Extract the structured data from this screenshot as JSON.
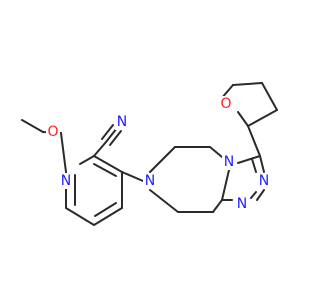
{
  "molecule": {
    "atoms": [
      {
        "label": "N",
        "color": "#2020ff"
      },
      {
        "label": "O",
        "color": "#ff2020"
      },
      {
        "label": "N",
        "color": "#2020ff"
      },
      {
        "label": "N",
        "color": "#2020ff"
      },
      {
        "label": "N",
        "color": "#2020ff"
      },
      {
        "label": "N",
        "color": "#2020ff"
      },
      {
        "label": "N",
        "color": "#2020ff"
      },
      {
        "label": "O",
        "color": "#ff2020"
      }
    ],
    "bond_color": "#2b2b2b"
  }
}
